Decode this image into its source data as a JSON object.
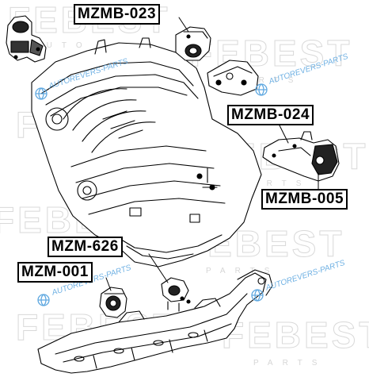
{
  "part_labels": {
    "mzmb_023": "MZMB-023",
    "mzmb_024": "MZMB-024",
    "mzmb_005": "MZMB-005",
    "mzm_626": "MZM-626",
    "mzm_001": "MZM-001"
  },
  "watermark": {
    "brand": "FEBEST",
    "tagline": "AUTO PARTS",
    "site": "AUTOREVERS-PARTS"
  },
  "colors": {
    "line": "#000000",
    "watermark_blue": "#5fa8e0",
    "watermark_gray": "#d9d9d9"
  }
}
